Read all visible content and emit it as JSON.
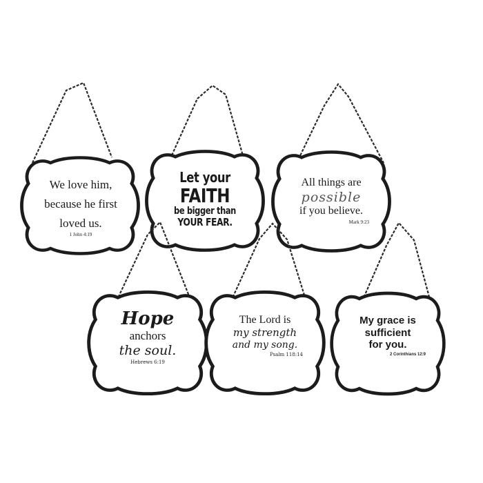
{
  "signs": [
    {
      "lines": [
        "We love him,",
        "because he first",
        "loved us."
      ],
      "reference": "1 John 4:19"
    },
    {
      "lines": [
        "Let your",
        "FAITH",
        "be bigger than",
        "YOUR FEAR."
      ],
      "reference": ""
    },
    {
      "lines": [
        "All things are",
        "possible",
        "if you believe."
      ],
      "reference": "Mark 9:23"
    },
    {
      "lines": [
        "Hope",
        "anchors",
        "the soul."
      ],
      "reference": "Hebrews 6:19"
    },
    {
      "lines": [
        "The Lord is",
        "my strength",
        "and my song."
      ],
      "reference": "Psalm 118:14"
    },
    {
      "lines": [
        "My grace is",
        "sufficient",
        "for you."
      ],
      "reference": "2 Corinthians 12:9"
    }
  ],
  "colors": {
    "frame": "#1c1c1c",
    "chain": "#2b2b2b",
    "plaque": "#ffffff"
  }
}
